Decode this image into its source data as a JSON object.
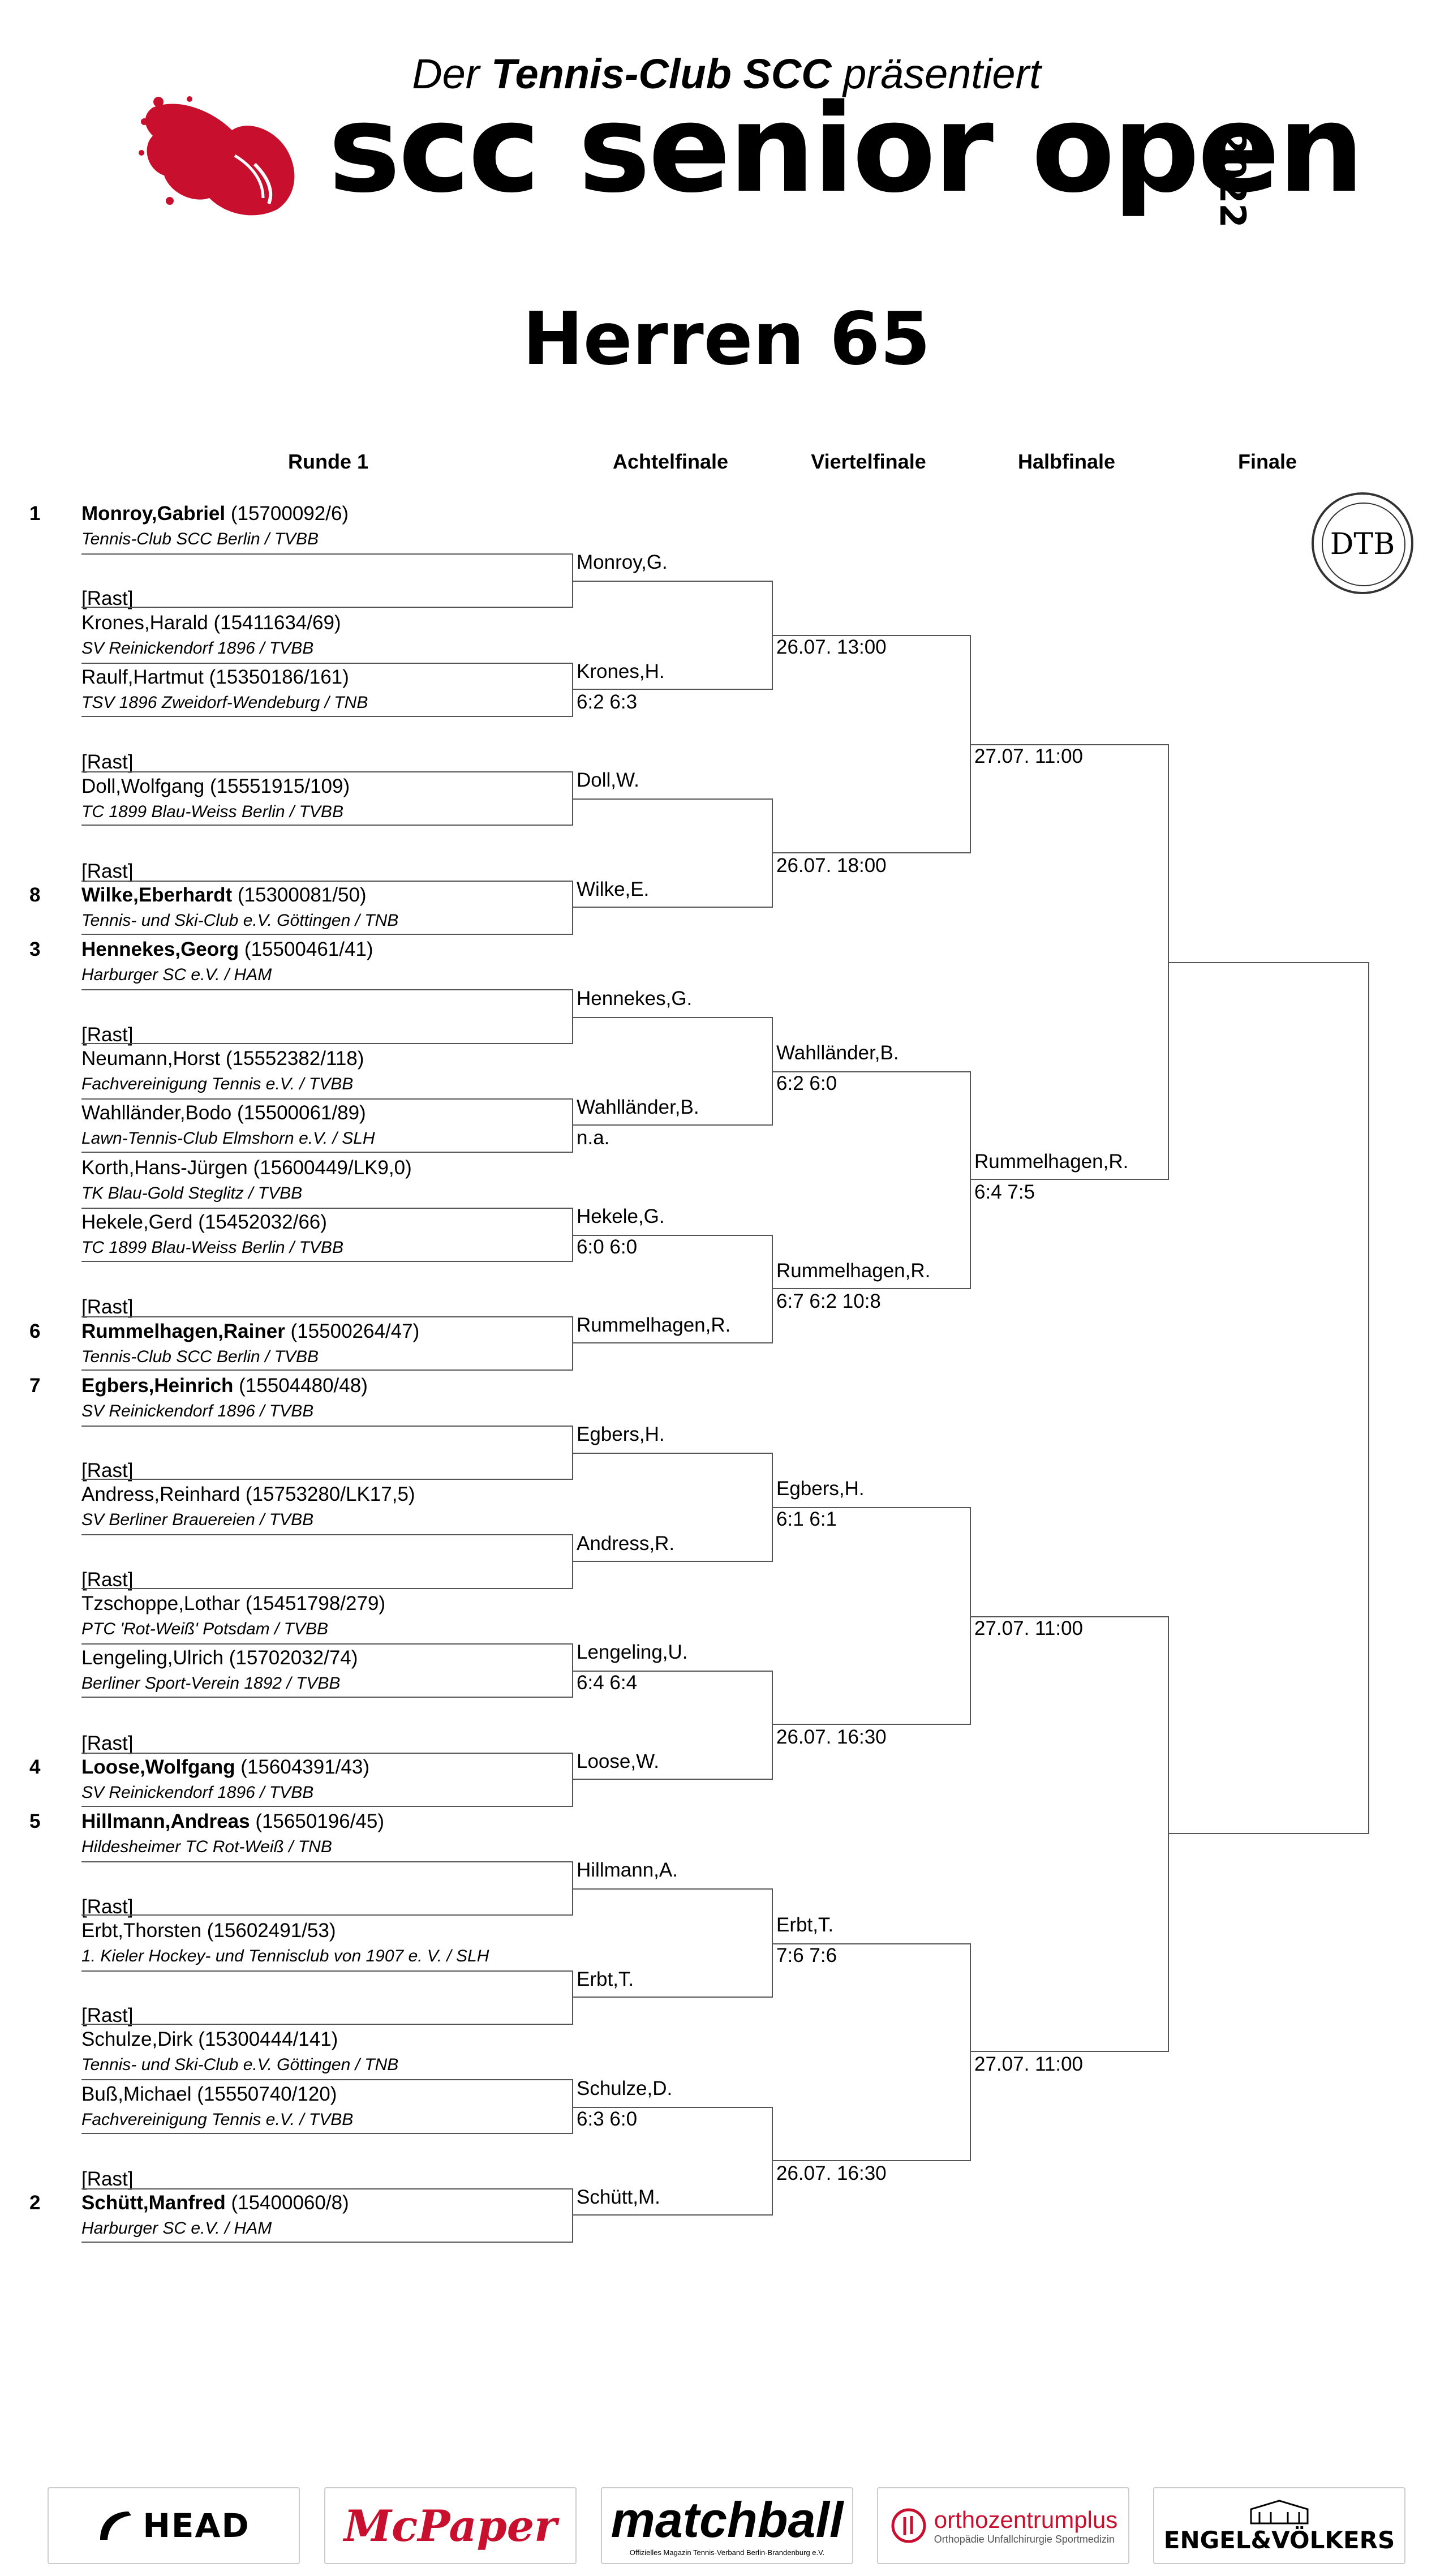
{
  "header": {
    "presents_prefix": "Der ",
    "presents_club": "Tennis-Club SCC",
    "presents_suffix": " präsentiert",
    "brand": "scc senior open",
    "year": "2022",
    "event": "Herren 65"
  },
  "rounds": [
    "Runde 1",
    "Achtelfinale",
    "Viertelfinale",
    "Halbfinale",
    "Finale"
  ],
  "seal_text": "DTB",
  "round1": [
    {
      "seed": "1",
      "name": "Monroy,Gabriel",
      "id": "(15700092/6)",
      "club": "Tennis-Club SCC Berlin / TVBB"
    },
    {
      "rast": "[Rast]"
    },
    {
      "name": "Krones,Harald",
      "id": "(15411634/69)",
      "club": "SV Reinickendorf 1896 / TVBB"
    },
    {
      "name": "Raulf,Hartmut",
      "id": "(15350186/161)",
      "club": "TSV 1896 Zweidorf-Wendeburg / TNB"
    },
    {
      "rast": "[Rast]"
    },
    {
      "name": "Doll,Wolfgang",
      "id": "(15551915/109)",
      "club": "TC 1899 Blau-Weiss Berlin / TVBB"
    },
    {
      "rast": "[Rast]"
    },
    {
      "seed": "8",
      "name": "Wilke,Eberhardt",
      "id": "(15300081/50)",
      "club": "Tennis- und Ski-Club e.V. Göttingen / TNB"
    },
    {
      "seed": "3",
      "name": "Hennekes,Georg",
      "id": "(15500461/41)",
      "club": "Harburger SC e.V. / HAM"
    },
    {
      "rast": "[Rast]"
    },
    {
      "name": "Neumann,Horst",
      "id": "(15552382/118)",
      "club": "Fachvereinigung Tennis e.V. / TVBB"
    },
    {
      "name": "Wahlländer,Bodo",
      "id": "(15500061/89)",
      "club": "Lawn-Tennis-Club Elmshorn e.V. / SLH"
    },
    {
      "name": "Korth,Hans-Jürgen",
      "id": "(15600449/LK9,0)",
      "club": "TK Blau-Gold Steglitz / TVBB"
    },
    {
      "name": "Hekele,Gerd",
      "id": "(15452032/66)",
      "club": "TC 1899 Blau-Weiss Berlin / TVBB"
    },
    {
      "rast": "[Rast]"
    },
    {
      "seed": "6",
      "name": "Rummelhagen,Rainer",
      "id": "(15500264/47)",
      "club": "Tennis-Club SCC Berlin / TVBB"
    },
    {
      "seed": "7",
      "name": "Egbers,Heinrich",
      "id": "(15504480/48)",
      "club": "SV Reinickendorf 1896 / TVBB"
    },
    {
      "rast": "[Rast]"
    },
    {
      "name": "Andress,Reinhard",
      "id": "(15753280/LK17,5)",
      "club": "SV Berliner Brauereien / TVBB"
    },
    {
      "rast": "[Rast]"
    },
    {
      "name": "Tzschoppe,Lothar",
      "id": "(15451798/279)",
      "club": "PTC 'Rot-Weiß' Potsdam / TVBB"
    },
    {
      "name": "Lengeling,Ulrich",
      "id": "(15702032/74)",
      "club": "Berliner Sport-Verein 1892 / TVBB"
    },
    {
      "rast": "[Rast]"
    },
    {
      "seed": "4",
      "name": "Loose,Wolfgang",
      "id": "(15604391/43)",
      "club": "SV Reinickendorf 1896 / TVBB"
    },
    {
      "seed": "5",
      "name": "Hillmann,Andreas",
      "id": "(15650196/45)",
      "club": "Hildesheimer TC Rot-Weiß / TNB"
    },
    {
      "rast": "[Rast]"
    },
    {
      "name": "Erbt,Thorsten",
      "id": "(15602491/53)",
      "club": "1. Kieler Hockey- und Tennisclub von 1907 e. V. / SLH"
    },
    {
      "rast": "[Rast]"
    },
    {
      "name": "Schulze,Dirk",
      "id": "(15300444/141)",
      "club": "Tennis- und Ski-Club e.V. Göttingen / TNB"
    },
    {
      "name": "Buß,Michael",
      "id": "(15550740/120)",
      "club": "Fachvereinigung Tennis e.V. / TVBB"
    },
    {
      "rast": "[Rast]"
    },
    {
      "seed": "2",
      "name": "Schütt,Manfred",
      "id": "(15400060/8)",
      "club": "Harburger SC e.V. / HAM"
    }
  ],
  "achtelfinale": [
    {
      "winner": "Monroy,G.",
      "score": ""
    },
    {
      "winner": "Krones,H.",
      "score": "6:2 6:3"
    },
    {
      "winner": "Doll,W.",
      "score": ""
    },
    {
      "winner": "Wilke,E.",
      "score": ""
    },
    {
      "winner": "Hennekes,G.",
      "score": ""
    },
    {
      "winner": "Wahlländer,B.",
      "score": "n.a."
    },
    {
      "winner": "Hekele,G.",
      "score": "6:0 6:0"
    },
    {
      "winner": "Rummelhagen,R.",
      "score": ""
    },
    {
      "winner": "Egbers,H.",
      "score": ""
    },
    {
      "winner": "Andress,R.",
      "score": ""
    },
    {
      "winner": "Lengeling,U.",
      "score": "6:4 6:4"
    },
    {
      "winner": "Loose,W.",
      "score": ""
    },
    {
      "winner": "Hillmann,A.",
      "score": ""
    },
    {
      "winner": "Erbt,T.",
      "score": ""
    },
    {
      "winner": "Schulze,D.",
      "score": "6:3 6:0"
    },
    {
      "winner": "Schütt,M.",
      "score": ""
    }
  ],
  "viertelfinale": [
    {
      "winner": "",
      "score": "26.07. 13:00"
    },
    {
      "winner": "",
      "score": "26.07. 18:00"
    },
    {
      "winner": "Wahlländer,B.",
      "score": "6:2 6:0"
    },
    {
      "winner": "Rummelhagen,R.",
      "score": "6:7 6:2 10:8"
    },
    {
      "winner": "Egbers,H.",
      "score": "6:1 6:1"
    },
    {
      "winner": "",
      "score": "26.07. 16:30"
    },
    {
      "winner": "Erbt,T.",
      "score": "7:6 7:6"
    },
    {
      "winner": "",
      "score": "26.07. 16:30"
    }
  ],
  "halbfinale": [
    {
      "winner": "",
      "score": "27.07. 11:00"
    },
    {
      "winner": "Rummelhagen,R.",
      "score": "6:4 7:5"
    },
    {
      "winner": "",
      "score": "27.07. 11:00"
    },
    {
      "winner": "",
      "score": "27.07. 11:00"
    }
  ],
  "sponsors": [
    "HEAD",
    "McPaper",
    "matchball",
    "orthozentrumplus",
    "ENGEL&VÖLKERS"
  ],
  "sponsor_subs": [
    "",
    "",
    "Offizielles Magazin Tennis-Verband Berlin-Brandenburg e.V.",
    "Orthopädie Unfallchirurgie Sportmedizin",
    ""
  ],
  "colors": {
    "brand_red": "#c8102e",
    "line": "#555555"
  }
}
